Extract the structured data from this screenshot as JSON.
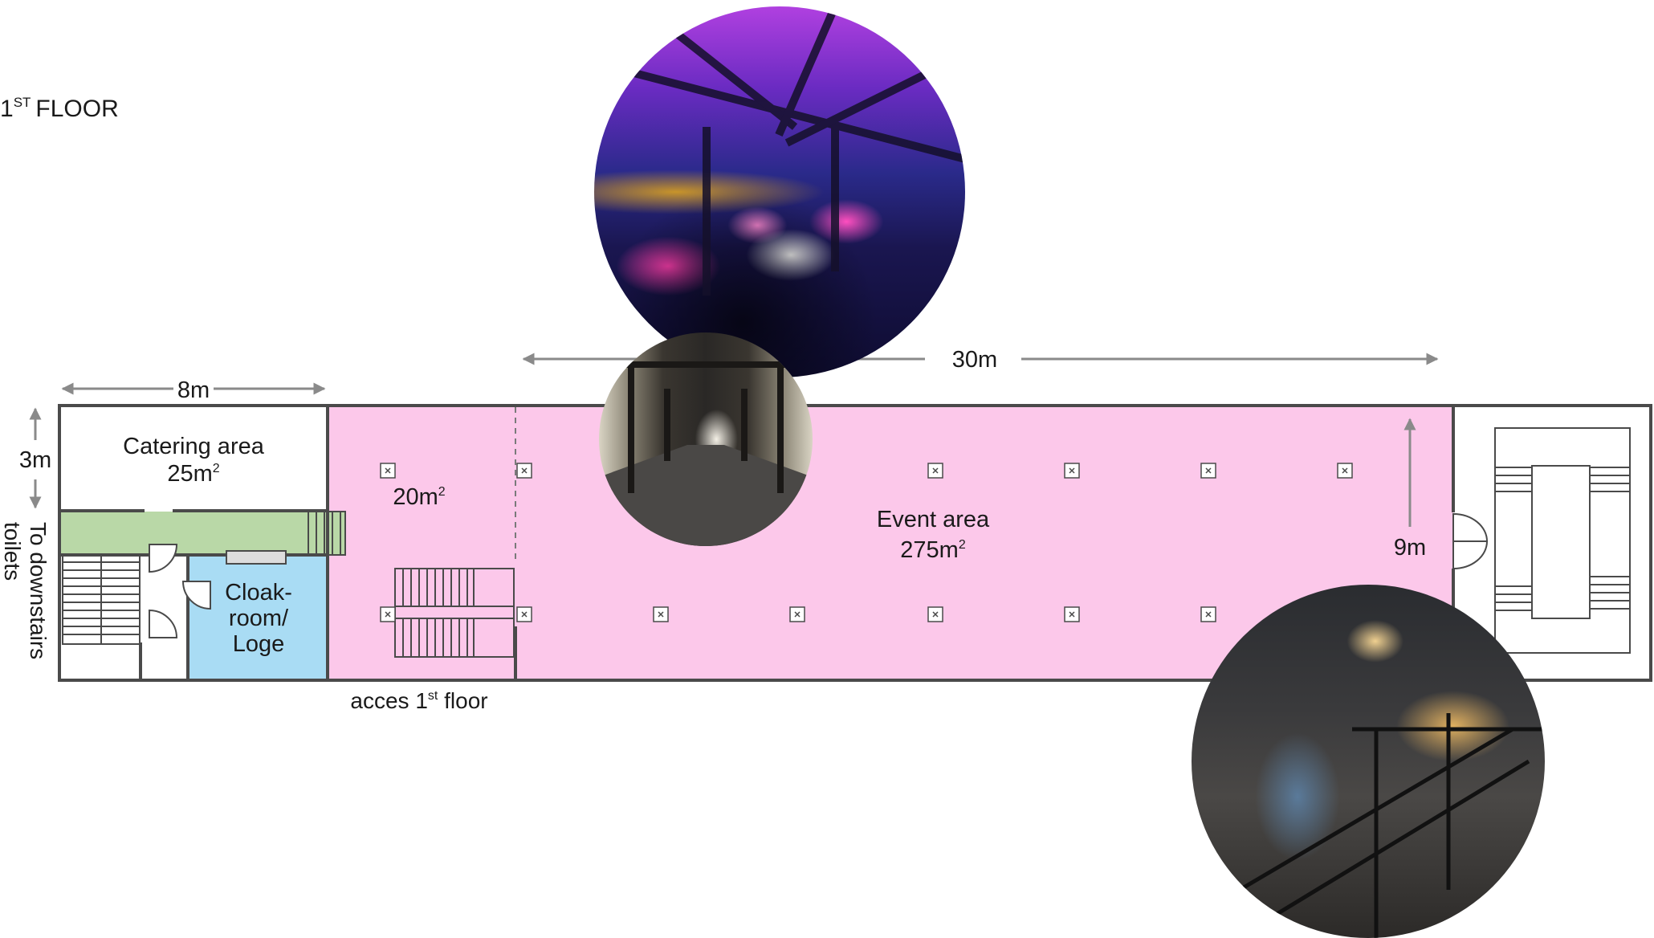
{
  "floor_title": {
    "number": "1",
    "suffix": "ST",
    "word": "FLOOR"
  },
  "dimensions": {
    "width_left": "8m",
    "width_main": "30m",
    "depth_left": "3m",
    "depth_main": "9m"
  },
  "rooms": {
    "catering": {
      "name": "Catering area",
      "area": "25m",
      "sup": "2"
    },
    "small_area": {
      "area": "20m",
      "sup": "2"
    },
    "event": {
      "name": "Event area",
      "area": "275m",
      "sup": "2"
    },
    "cloakroom": {
      "line1": "Cloak-",
      "line2": "room/",
      "line3": "Loge"
    }
  },
  "notes": {
    "toilets_line1": "To downstairs",
    "toilets_line2": "toilets",
    "access_pre": "acces 1",
    "access_sup": "st",
    "access_post": " floor"
  },
  "colors": {
    "event_pink": "#fcc8ea",
    "catering_green": "#b9d8a7",
    "cloak_blue": "#a9dcf4",
    "wall": "#4a4a4a",
    "arrow": "#8a8a8a"
  },
  "photos": [
    {
      "id": "photo-dining-hall",
      "subject": "dining hall with purple lighting and round tables"
    },
    {
      "id": "photo-corridor",
      "subject": "covered iron-frame corridor"
    },
    {
      "id": "photo-staircase",
      "subject": "industrial staircase with people"
    }
  ]
}
